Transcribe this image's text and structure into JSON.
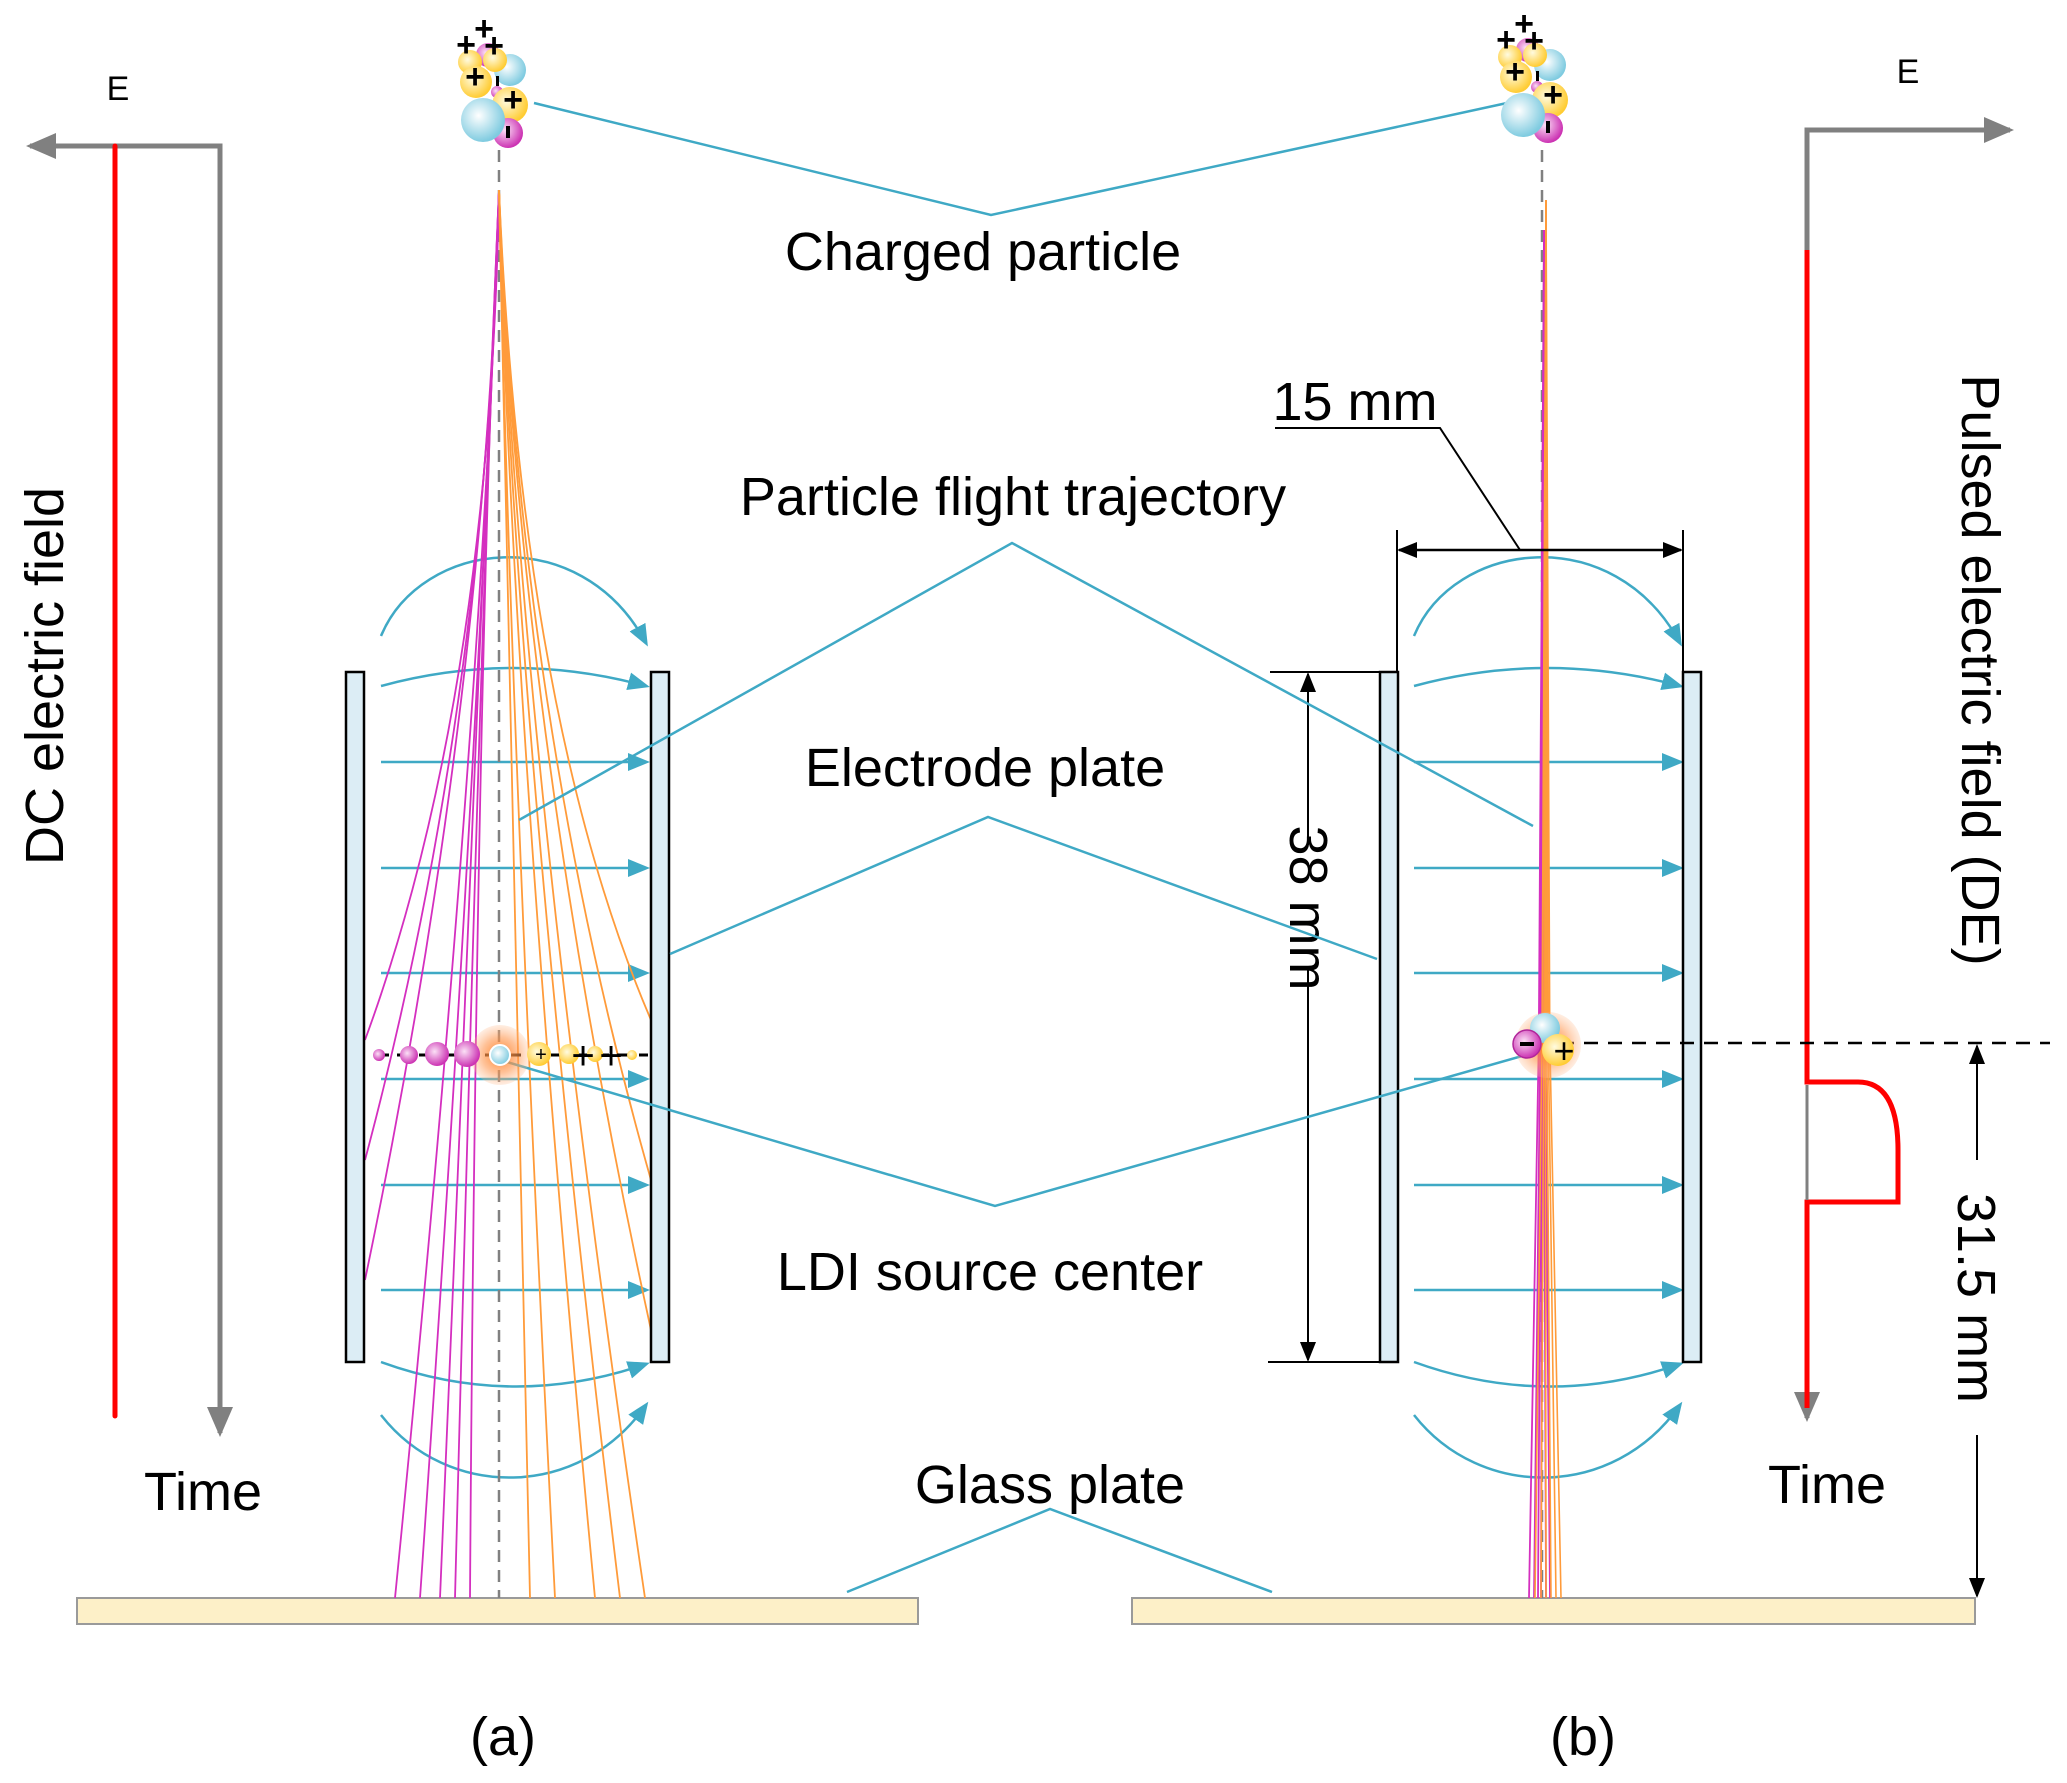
{
  "figure": {
    "labels": {
      "charged_particle": "Charged particle",
      "trajectory": "Particle flight trajectory",
      "electrode_plate": "Electrode plate",
      "ldi_source_center": "LDI source center",
      "glass_plate": "Glass plate"
    },
    "panel_a": {
      "caption": "(a)",
      "axis_label_e": "E",
      "axis_label_time": "Time",
      "field_label": "DC electric field",
      "source_charges": {
        "negative": "-",
        "positive": "+"
      }
    },
    "panel_b": {
      "caption": "(b)",
      "axis_label_e": "E",
      "axis_label_time": "Time",
      "field_label": "Pulsed electric field (DE)",
      "dim_plate_gap": "15 mm",
      "dim_plate_length": "38 mm",
      "dim_source_height": "31.5 mm"
    },
    "colors": {
      "field_line": "#3fa9c5",
      "leader_line": "#3fa9c5",
      "negative_trajectory": "#d42fbf",
      "positive_trajectory": "#ff9b3a",
      "field_signal": "#ff0000",
      "axis": "#808080",
      "electrode_fill": "#dcedf5",
      "glass_fill": "#fdf0c8",
      "particle_positive": "#ffd54a",
      "particle_negative": "#d842c0",
      "particle_neutral": "#8fd3e6",
      "glow": "#ff9a55"
    }
  }
}
